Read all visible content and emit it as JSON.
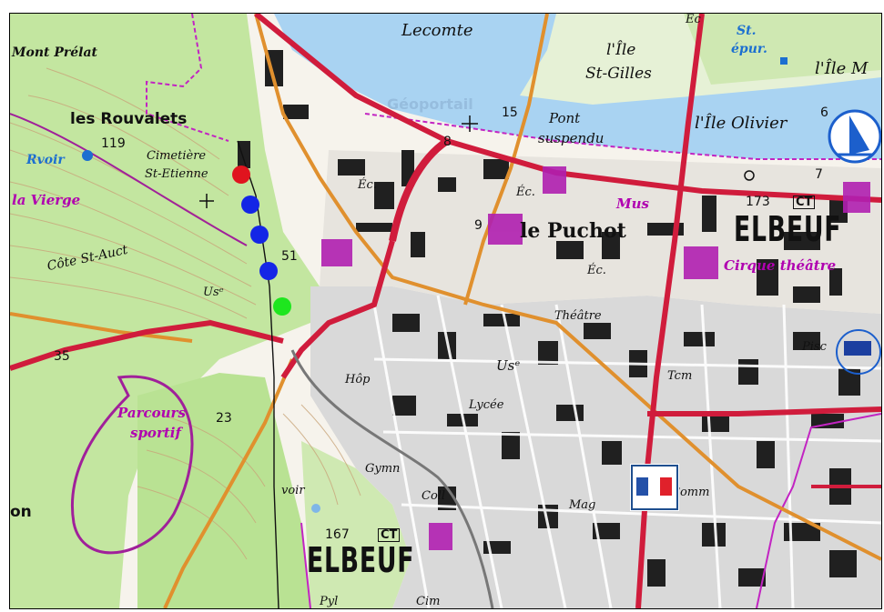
{
  "map": {
    "watermark": "Géoportail",
    "places": {
      "les_rouvalets": "les Rouvalets",
      "mont_prelat": "Mont Prélat",
      "lecomte": "Lecomte",
      "ile_st_gilles_1": "l'Île",
      "ile_st_gilles_2": "St-Gilles",
      "ile_olivier": "l'Île Olivier",
      "ile_m": "l'Île M",
      "le_puchot": "le Puchot",
      "elbeuf_east": "ELBEUF",
      "elbeuf_south": "ELBEUF",
      "pont_1": "Pont",
      "pont_2": "suspendu",
      "cimetiere_1": "Cimetière",
      "cimetiere_2": "St-Etienne",
      "cote": "Côte   St-Auct",
      "la_vierge": "la Vierge",
      "rvoir": "Rvoir",
      "st_epur_1": "St.",
      "st_epur_2": "épur.",
      "cirque": "Cirque théâtre",
      "mus": "Mus",
      "parcours_1": "Parcours",
      "parcours_2": "sportif",
      "theatre": "Théâtre",
      "us_center": "Usᵉ",
      "us_west": "Usᵉ",
      "hop": "Hôp",
      "lycee": "Lycée",
      "gymn": "Gymn",
      "coll": "Coll",
      "mag": "Mag",
      "comm": "Comm",
      "ec_1": "Éc.",
      "ec_2": "Éc.",
      "ec_3": "Éc.",
      "ec_top": "Éc",
      "voir_sw": "voir",
      "pyl": "Pyl",
      "cim": "Cim",
      "on": "on",
      "tcm": "Tcm",
      "pisc": "Pisc"
    },
    "numbers": {
      "n119": "119",
      "n15": "15",
      "n8": "8",
      "n6": "6",
      "n7": "7",
      "n9": "9",
      "n173": "173",
      "n51": "51",
      "n35": "35",
      "n23": "23",
      "n167": "167",
      "ct_east": "CT",
      "ct_south": "CT"
    },
    "route_markers": [
      {
        "color": "#e0141e",
        "kind": "start"
      },
      {
        "color": "#1426e6",
        "kind": "waypoint"
      },
      {
        "color": "#1426e6",
        "kind": "waypoint"
      },
      {
        "color": "#1426e6",
        "kind": "waypoint"
      },
      {
        "color": "#1ee61e",
        "kind": "end"
      }
    ],
    "colors": {
      "river": "#a9d3f2",
      "forest": "#bfe39a",
      "forest_dark": "#9fd07a",
      "urban": "#d9d9d9",
      "road_main": "#d01c3c",
      "road_secondary": "#e08a2e",
      "boundary": "#c224c2"
    },
    "icons": [
      "sailing-icon",
      "church-icon",
      "museum-icon",
      "flag-icon"
    ]
  }
}
